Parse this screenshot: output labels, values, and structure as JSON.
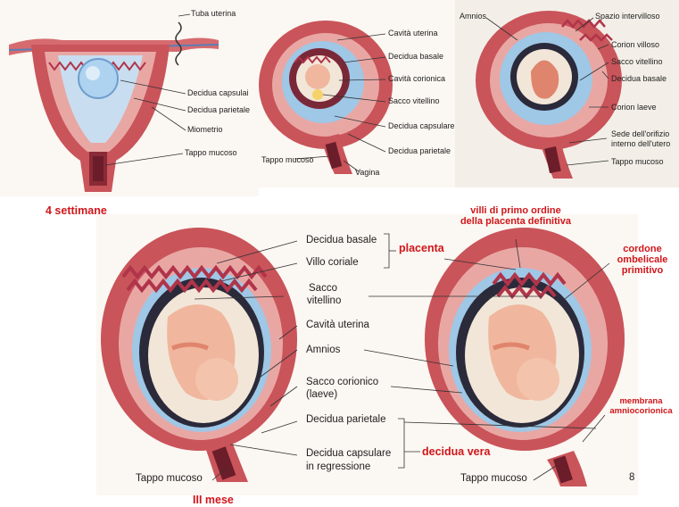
{
  "top_left": {
    "labels": {
      "tuba_uterina": "Tuba uterina",
      "decidua_capsulare": "Decidua capsulai",
      "decidua_parietale": "Decidua parietale",
      "miometrio": "Miometrio",
      "tappo_mucoso": "Tappo mucoso"
    },
    "caption": "4 settimane"
  },
  "top_middle": {
    "labels": {
      "cavita_uterina": "Cavità uterina",
      "decidua_basale": "Decidua basale",
      "cavita_corionica": "Cavità corionica",
      "sacco_vitellino": "Sacco vitellino",
      "decidua_capsulare": "Decidua capsulare",
      "decidua_parietale": "Decidua parietale",
      "tappo_mucoso": "Tappo mucoso",
      "vagina": "Vagina"
    }
  },
  "top_right": {
    "labels": {
      "amnios": "Amnios",
      "spazio_intervilloso": "Spazio intervilloso",
      "corion_villoso": "Corion villoso",
      "sacco_vitellino": "Sacco vitellino",
      "decidua_basale": "Decidua basale",
      "corion_laeve": "Corion laeve",
      "sede_orifizio_1": "Sede dell'orifizio",
      "sede_orifizio_2": "interno dell'utero",
      "tappo_mucoso": "Tappo mucoso"
    }
  },
  "bottom": {
    "labels": {
      "decidua_basale": "Decidua basale",
      "villo_coriale": "Villo coriale",
      "sacco_vitellino_1": "Sacco",
      "sacco_vitellino_2": "vitellino",
      "cavita_uterina": "Cavità uterina",
      "amnios": "Amnios",
      "sacco_corionico_1": "Sacco corionico",
      "sacco_corionico_2": "(laeve)",
      "decidua_parietale": "Decidua parietale",
      "decidua_capsulare_1": "Decidua capsulare",
      "decidua_capsulare_2": "in regressione",
      "tappo_mucoso_left": "Tappo mucoso",
      "tappo_mucoso_right": "Tappo mucoso"
    },
    "annotations": {
      "placenta": "placenta",
      "villi_1": "villi di primo ordine",
      "villi_2": "della placenta definitiva",
      "cordone_1": "cordone",
      "cordone_2": "ombelicale",
      "cordone_3": "primitivo",
      "membrana_1": "membrana",
      "membrana_2": "amniocorionica",
      "decidua_vera": "decidua vera"
    },
    "caption": "III mese",
    "page_number": "8"
  },
  "colors": {
    "annotation_red": "#d0161b",
    "uterine_wall": "#c9545a",
    "decidua": "#e9a7a4",
    "cavity_blue": "#9fc7e6",
    "embryo": "#f0b79e",
    "villi": "#b0344a"
  }
}
